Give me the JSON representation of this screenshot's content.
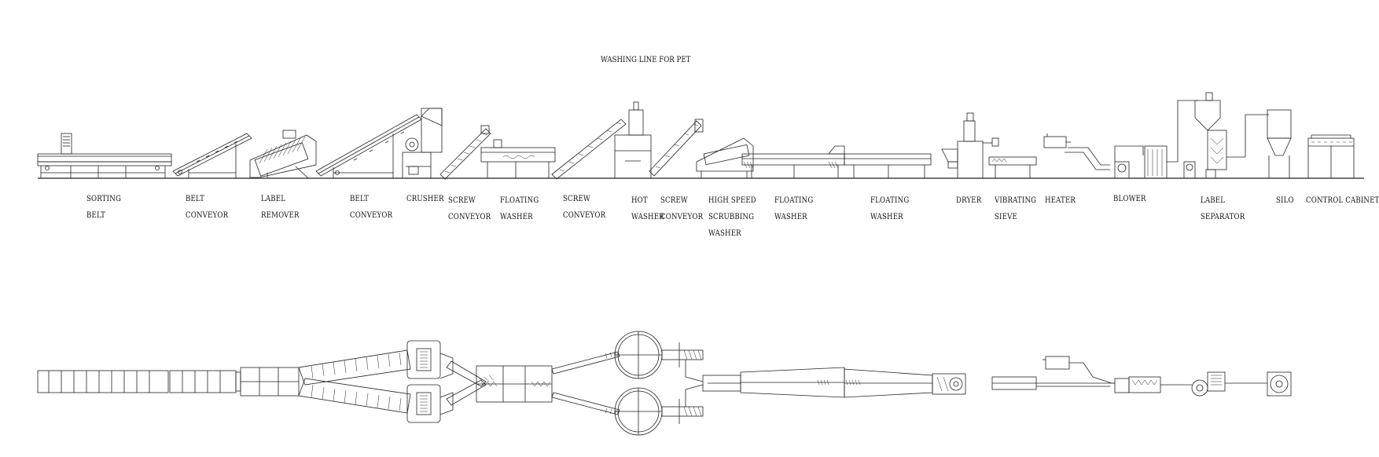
{
  "title": "WASHING LINE FOR PET",
  "labels": {
    "sorting_belt": [
      "SORTING",
      "BELT"
    ],
    "belt_conveyor_1": [
      "BELT",
      "CONVEYOR"
    ],
    "label_remover": [
      "LABEL",
      "REMOVER"
    ],
    "belt_conveyor_2": [
      "BELT",
      "CONVEYOR"
    ],
    "crusher": [
      "CRUSHER"
    ],
    "screw_conveyor_1": [
      "SCREW",
      "CONVEYOR"
    ],
    "floating_washer_1": [
      "FLOATING",
      "WASHER"
    ],
    "screw_conveyor_2": [
      "SCREW",
      "CONVEYOR"
    ],
    "hot_washer": [
      "HOT",
      "WASHER"
    ],
    "screw_conveyor_3": [
      "SCREW",
      "CONVEYOR"
    ],
    "high_speed_scrubbing_washer": [
      "HIGH SPEED",
      "SCRUBBING",
      "WASHER"
    ],
    "floating_washer_2": [
      "FLOATING",
      "WASHER"
    ],
    "floating_washer_3": [
      "FLOATING",
      "WASHER"
    ],
    "dryer": [
      "DRYER"
    ],
    "vibrating_sieve": [
      "VIBRATING",
      "SIEVE"
    ],
    "heater": [
      "HEATER"
    ],
    "blower": [
      "BLOWER"
    ],
    "label_separator": [
      "LABEL",
      "SEPARATOR"
    ],
    "silo": [
      "SILO"
    ],
    "control_cabinet": [
      "CONTROL CABINET"
    ]
  }
}
